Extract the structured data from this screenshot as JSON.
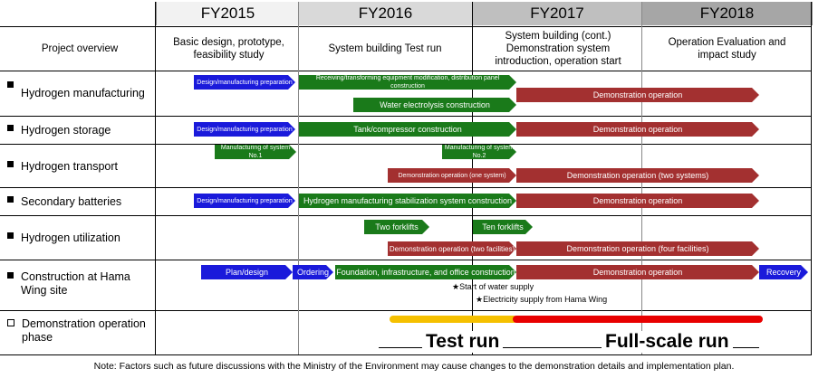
{
  "years": [
    "FY2015",
    "FY2016",
    "FY2017",
    "FY2018"
  ],
  "overview": {
    "label": "Project overview",
    "items": [
      "Basic design, prototype, feasibility study",
      "System building Test run",
      "System building (cont.) Demonstration system introduction, operation start",
      "Operation Evaluation and impact study"
    ]
  },
  "rows": [
    {
      "label": "Hydrogen manufacturing"
    },
    {
      "label": "Hydrogen storage"
    },
    {
      "label": "Hydrogen transport"
    },
    {
      "label": "Secondary batteries"
    },
    {
      "label": "Hydrogen utilization"
    },
    {
      "label": "Construction at Hama Wing site"
    },
    {
      "label": "Demonstration operation phase"
    }
  ],
  "tasks": {
    "h_manu_design": "Design/manufacturing preparation",
    "h_manu_receive": "Receiving/transforming equipment modification, distribution panel construction",
    "h_manu_water": "Water electrolysis construction",
    "h_manu_demo": "Demonstration operation",
    "h_store_design": "Design/manufacturing preparation",
    "h_store_tank": "Tank/compressor construction",
    "h_store_demo": "Demonstration operation",
    "h_trans_sys1": "Manufacturing of system No.1",
    "h_trans_sys2": "Manufacturing of system No.2",
    "h_trans_demo1": "Demonstration operation (one system)",
    "h_trans_demo2": "Demonstration operation (two systems)",
    "sec_design": "Design/manufacturing preparation",
    "sec_stab": "Hydrogen manufacturing stabilization system construction",
    "sec_demo": "Demonstration operation",
    "util_two": "Two forklifts",
    "util_ten": "Ten forklifts",
    "util_demo2": "Demonstration operation (two facilities)",
    "util_demo4": "Demonstration operation (four facilities)",
    "con_plan": "Plan/design",
    "con_order": "Ordering",
    "con_found": "Foundation, infrastructure, and office construction",
    "con_demo": "Demonstration operation",
    "con_recovery": "Recovery"
  },
  "milestones": {
    "water": "★Start of water supply",
    "elec": "★Electricity supply from Hama Wing"
  },
  "phases": {
    "test": "Test run",
    "full": "Full-scale run"
  },
  "colors": {
    "blue": "#1a1adb",
    "green": "#1a7a1a",
    "red": "#a33030",
    "test_bar": "#f5c000",
    "full_bar": "#e80000"
  },
  "note": "Note: Factors such as future discussions with the Ministry of the Environment may cause changes to the demonstration details and implementation plan."
}
